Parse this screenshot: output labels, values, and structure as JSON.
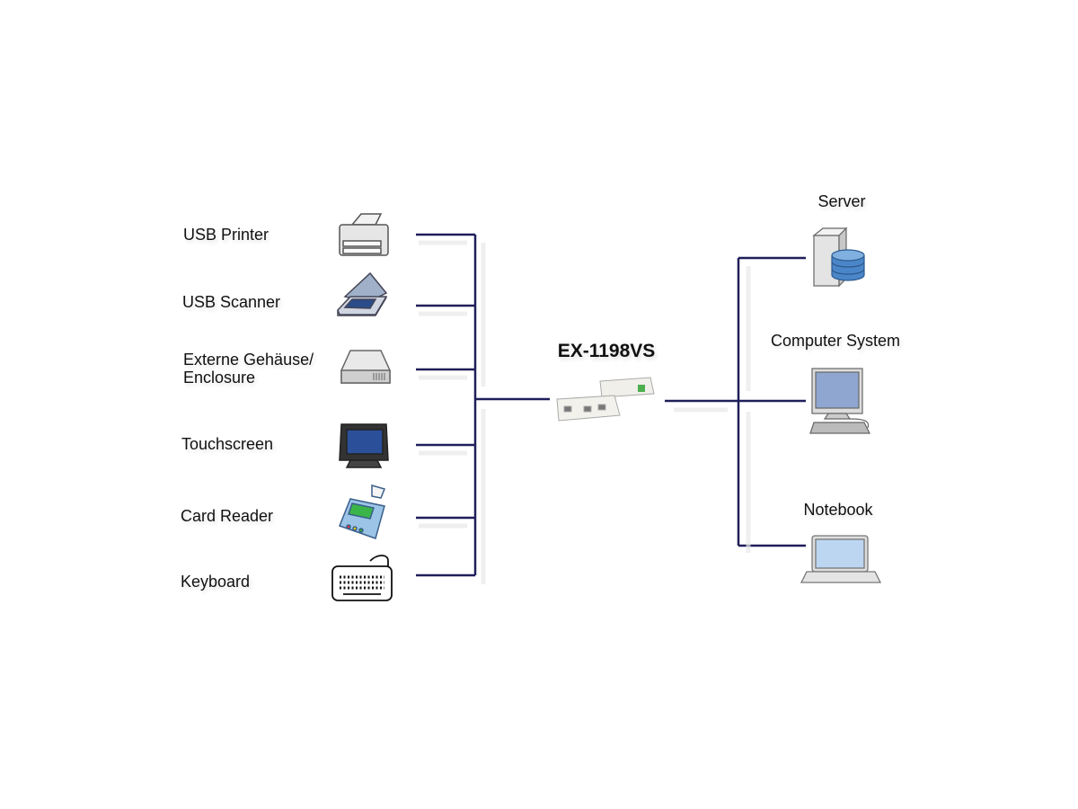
{
  "diagram": {
    "hub": {
      "label": "EX-1198VS",
      "icon": "usb-device-server-icon"
    },
    "line_color": "#1f1f5a",
    "left_devices": [
      {
        "label": "USB Printer",
        "icon": "printer-icon"
      },
      {
        "label": "USB Scanner",
        "icon": "scanner-icon"
      },
      {
        "label_line1": "Externe Gehäuse/",
        "label_line2": "Enclosure",
        "icon": "hard-drive-icon"
      },
      {
        "label": "Touchscreen",
        "icon": "touchscreen-icon"
      },
      {
        "label": "Card Reader",
        "icon": "card-reader-icon"
      },
      {
        "label": "Keyboard",
        "icon": "keyboard-icon"
      }
    ],
    "right_devices": [
      {
        "label": "Server",
        "icon": "server-icon"
      },
      {
        "label": "Computer System",
        "icon": "computer-icon"
      },
      {
        "label": "Notebook",
        "icon": "laptop-icon"
      }
    ]
  }
}
